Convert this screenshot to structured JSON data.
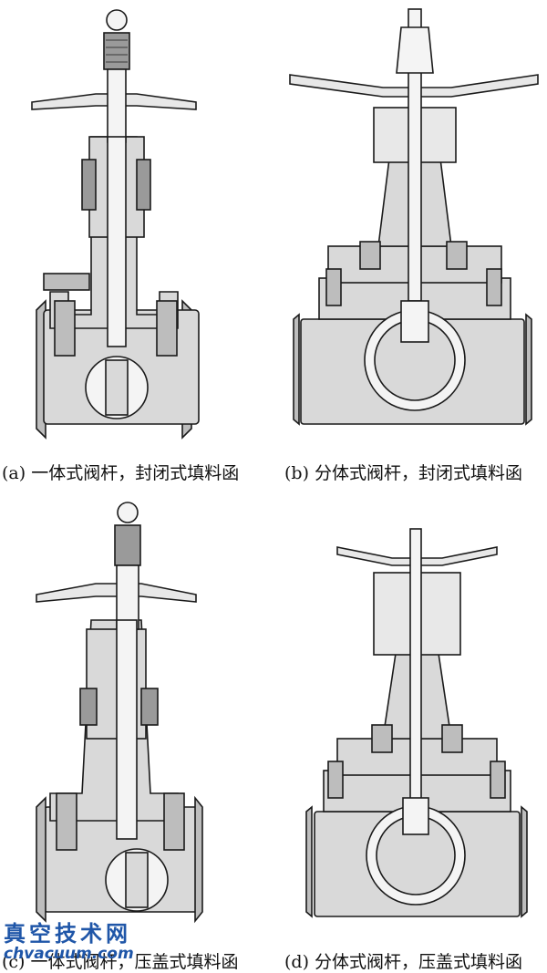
{
  "figure": {
    "panels": [
      {
        "id": "a",
        "caption": "(a) 一体式阀杆，封闭式填料函",
        "stem": "one-piece",
        "packing": "enclosed",
        "handwheel": "round-cap"
      },
      {
        "id": "b",
        "caption": "(b) 分体式阀杆，封闭式填料函",
        "stem": "split",
        "packing": "enclosed",
        "handwheel": "spoked"
      },
      {
        "id": "c",
        "caption": "(c) 一体式阀杆，压盖式填料函",
        "stem": "one-piece",
        "packing": "gland",
        "handwheel": "round-cap"
      },
      {
        "id": "d",
        "caption": "(d) 分体式阀杆，压盖式填料函",
        "stem": "split",
        "packing": "gland",
        "handwheel": "spoked"
      }
    ]
  },
  "watermark": {
    "line1": "真空技术网",
    "line2": "chvacuum.com"
  },
  "colors": {
    "outline": "#1a1a1a",
    "body_fill": "#d9d9d9",
    "dark_fill": "#9a9a9a",
    "light_fill": "#f4f4f4",
    "watermark": "#1f56a8"
  }
}
